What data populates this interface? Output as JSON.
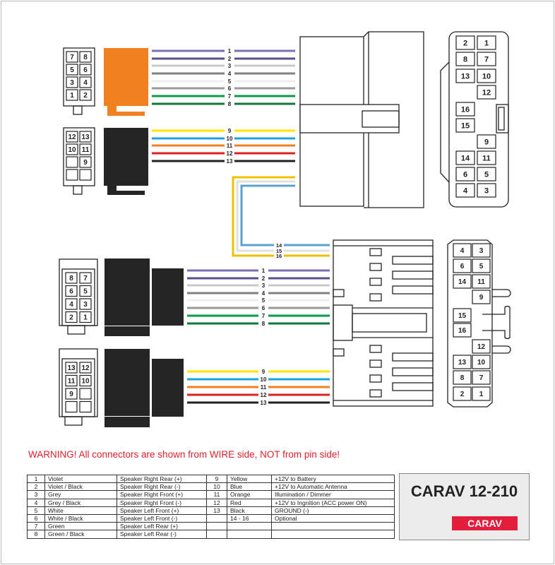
{
  "wires_top": [
    {
      "label": "1",
      "color": "#7b6fb5"
    },
    {
      "label": "2",
      "color": "#5a4f8a"
    },
    {
      "label": "3",
      "color": "#c8c8c8"
    },
    {
      "label": "4",
      "color": "#808080"
    },
    {
      "label": "5",
      "color": "#eeeeee"
    },
    {
      "label": "6",
      "color": "#999999"
    },
    {
      "label": "7",
      "color": "#0a9a48"
    },
    {
      "label": "8",
      "color": "#0d7a3a"
    },
    {
      "label": "9",
      "color": "#ffe600"
    },
    {
      "label": "10",
      "color": "#1aa3e0"
    },
    {
      "label": "11",
      "color": "#f08020"
    },
    {
      "label": "12",
      "color": "#e02020"
    },
    {
      "label": "13",
      "color": "#222222"
    }
  ],
  "wires_optional": [
    {
      "label": "14",
      "color": "#5aa0d0"
    },
    {
      "label": "15",
      "color": "#e0e0e0"
    },
    {
      "label": "16",
      "color": "#f0c000"
    }
  ],
  "connectors": {
    "top_small_a": [
      "7",
      "8",
      "5",
      "6",
      "3",
      "4",
      "1",
      "2"
    ],
    "top_small_b": [
      "12",
      "13",
      "10",
      "11",
      "",
      "9",
      "",
      ""
    ],
    "bottom_small_a": [
      "8",
      "7",
      "6",
      "5",
      "4",
      "3",
      "2",
      "1"
    ],
    "bottom_small_b": [
      "13",
      "12",
      "11",
      "10",
      "9",
      "",
      "",
      ""
    ],
    "top_face": [
      "2",
      "1",
      "8",
      "7",
      "13",
      "10",
      "",
      "12",
      "16",
      "",
      "15",
      "",
      "",
      "9",
      "14",
      "11",
      "6",
      "5",
      "4",
      "3"
    ],
    "bottom_face": [
      "4",
      "3",
      "6",
      "5",
      "14",
      "11",
      "",
      "9",
      "15",
      "",
      "16",
      "",
      "",
      "12",
      "13",
      "10",
      "8",
      "7",
      "2",
      "1"
    ]
  },
  "warning": "WARNING! All connectors are shown from WIRE side, NOT from pin side!",
  "legend_rows": [
    [
      "1",
      "Violet",
      "Speaker Right Rear (+)",
      "9",
      "Yellow",
      "+12V to Battery"
    ],
    [
      "2",
      "Violet / Black",
      "Speaker Right Rear (-)",
      "10",
      "Blue",
      "+12V to Automatic Antenna"
    ],
    [
      "3",
      "Grey",
      "Speaker Right Front (+)",
      "11",
      "Orange",
      "Illumination / Dimmer"
    ],
    [
      "4",
      "Grey / Black",
      "Speaker Right Front (-)",
      "12",
      "Red",
      "+12V to Ingnition (ACC power ON)"
    ],
    [
      "5",
      "White",
      "Speaker Left Front (+)",
      "13",
      "Black",
      "GROUND (-)"
    ],
    [
      "6",
      "White / Black",
      "Speaker Left Front (-)",
      "",
      "14 - 16",
      "Optional"
    ],
    [
      "7",
      "Green",
      "Speaker Left Rear (+)",
      "",
      "",
      ""
    ],
    [
      "8",
      "Green / Black",
      "Speaker Left Rear (-)",
      "",
      "",
      ""
    ]
  ],
  "brand": {
    "title": "CARAV 12-210",
    "logo": "CARAV",
    "accent": "#e31e3c",
    "orange_block": "#f08020"
  }
}
